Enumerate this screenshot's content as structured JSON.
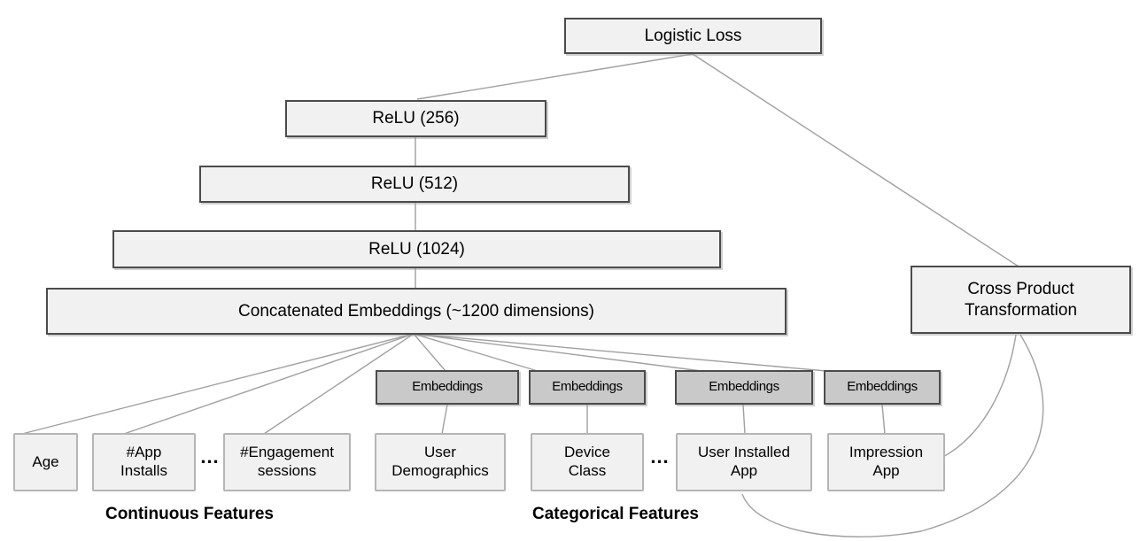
{
  "diagram": {
    "nodes": {
      "logistic_loss": {
        "label": "Logistic Loss"
      },
      "relu_256": {
        "label": "ReLU (256)"
      },
      "relu_512": {
        "label": "ReLU (512)"
      },
      "relu_1024": {
        "label": "ReLU (1024)"
      },
      "concatenated_embeddings": {
        "label": "Concatenated Embeddings (~1200 dimensions)"
      },
      "cross_product_transformation": {
        "label": "Cross Product\nTransformation"
      },
      "embeddings_user_demographics": {
        "label": "Embeddings"
      },
      "embeddings_device_class": {
        "label": "Embeddings"
      },
      "embeddings_user_installed_app": {
        "label": "Embeddings"
      },
      "embeddings_impression_app": {
        "label": "Embeddings"
      },
      "age": {
        "label": "Age"
      },
      "app_installs": {
        "label": "#App\nInstalls"
      },
      "engagement_sessions": {
        "label": "#Engagement\nsessions"
      },
      "user_demographics": {
        "label": "User\nDemographics"
      },
      "device_class": {
        "label": "Device\nClass"
      },
      "user_installed_app": {
        "label": "User Installed\nApp"
      },
      "impression_app": {
        "label": "Impression\nApp"
      }
    },
    "ellipsis_continuous": "...",
    "ellipsis_categorical": "...",
    "group_labels": {
      "continuous": "Continuous Features",
      "categorical": "Categorical Features"
    },
    "edges": [
      {
        "from": "logistic_loss",
        "to": "relu_256"
      },
      {
        "from": "logistic_loss",
        "to": "cross_product_transformation"
      },
      {
        "from": "relu_256",
        "to": "relu_512"
      },
      {
        "from": "relu_512",
        "to": "relu_1024"
      },
      {
        "from": "relu_1024",
        "to": "concatenated_embeddings"
      },
      {
        "from": "concatenated_embeddings",
        "to": "age"
      },
      {
        "from": "concatenated_embeddings",
        "to": "app_installs"
      },
      {
        "from": "concatenated_embeddings",
        "to": "engagement_sessions"
      },
      {
        "from": "concatenated_embeddings",
        "to": "embeddings_user_demographics"
      },
      {
        "from": "concatenated_embeddings",
        "to": "embeddings_device_class"
      },
      {
        "from": "concatenated_embeddings",
        "to": "embeddings_user_installed_app"
      },
      {
        "from": "concatenated_embeddings",
        "to": "embeddings_impression_app"
      },
      {
        "from": "embeddings_user_demographics",
        "to": "user_demographics"
      },
      {
        "from": "embeddings_device_class",
        "to": "device_class"
      },
      {
        "from": "embeddings_user_installed_app",
        "to": "user_installed_app"
      },
      {
        "from": "embeddings_impression_app",
        "to": "impression_app"
      },
      {
        "from": "cross_product_transformation",
        "to": "impression_app",
        "style": "curved"
      },
      {
        "from": "cross_product_transformation",
        "to": "user_installed_app",
        "style": "curved"
      }
    ],
    "colors": {
      "background": "#ffffff",
      "box_fill_light": "#f1f1f1",
      "box_fill_gray": "#c9c9c9",
      "box_border_dark": "#4b4b4b",
      "box_border_light": "#b5b5b5",
      "connector": "#a0a0a0",
      "text": "#000000"
    }
  }
}
